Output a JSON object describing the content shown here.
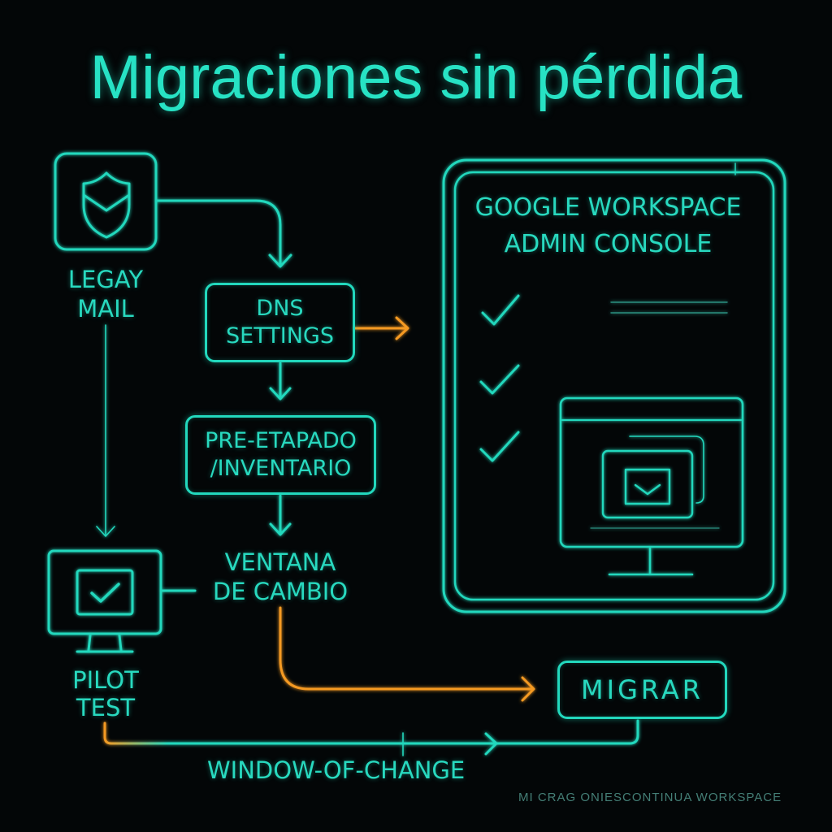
{
  "title": "Migraciones sin pérdida",
  "nodes": {
    "legacy_mail": {
      "label_line1": "LEGAY",
      "label_line2": "MAIL",
      "icon": "shield-mail-icon"
    },
    "dns_settings": {
      "label_line1": "DNS",
      "label_line2": "SETTINGS"
    },
    "pre_etapado": {
      "label_line1": "PRE-ETAPADO",
      "label_line2": "/INVENTARIO"
    },
    "ventana": {
      "label_line1": "VENTANA",
      "label_line2": "DE CAMBIO"
    },
    "pilot_test": {
      "label_line1": "PILOT",
      "label_line2": "TEST",
      "icon": "monitor-check-icon"
    },
    "migrar": {
      "label": "MIGRAR"
    }
  },
  "admin_console": {
    "title_line1": "GOOGLE WORKSPACE",
    "title_line2": "ADMIN CONSOLE",
    "checks": [
      "check-icon",
      "check-icon",
      "check-icon"
    ],
    "illustration": "monitor-mail-icon"
  },
  "bottom_label": "WINDOW-OF-CHANGE",
  "footer": "MI CRAG ONIESCONTINUA WORKSPACE",
  "colors": {
    "primary": "#22d8bd",
    "accent": "#f59a23",
    "background": "#030607"
  }
}
